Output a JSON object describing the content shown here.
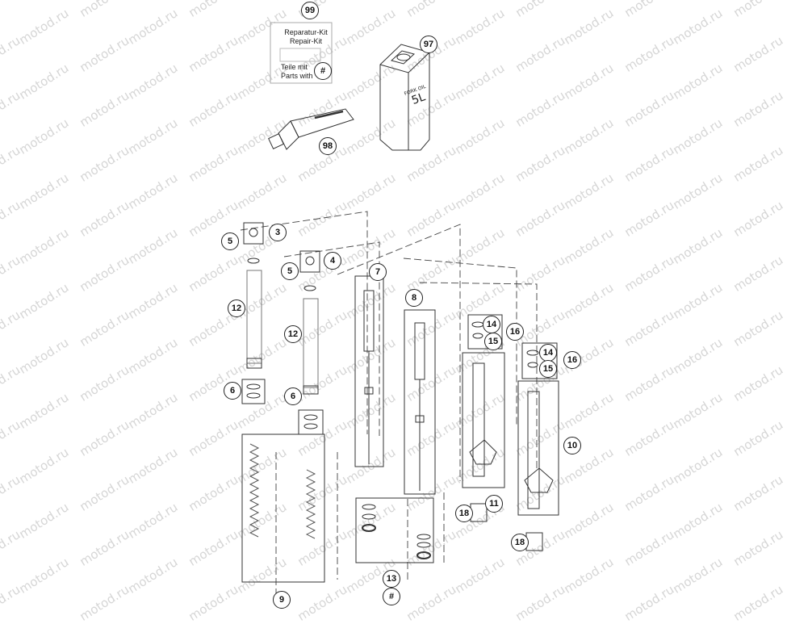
{
  "watermark": "motod.ru",
  "kit_note": {
    "line1": "Reparatur-Kit",
    "line2": "Repair-Kit",
    "line3": "Teile mit",
    "line4": "Parts with",
    "symbol": "#"
  },
  "oil_can_label": {
    "line1": "FORK OIL",
    "line2": "5L"
  },
  "callouts": {
    "c3": "3",
    "c4": "4",
    "c5a": "5",
    "c5b": "5",
    "c6a": "6",
    "c6b": "6",
    "c7": "7",
    "c8": "8",
    "c9": "9",
    "c10": "10",
    "c11": "11",
    "c12a": "12",
    "c12b": "12",
    "c13": "13",
    "c13sym": "#",
    "c14a": "14",
    "c14b": "14",
    "c15a": "15",
    "c15b": "15",
    "c16a": "16",
    "c16b": "16",
    "c18a": "18",
    "c18b": "18",
    "c97": "97",
    "c98": "98",
    "c99": "99",
    "c99sym": "#"
  }
}
